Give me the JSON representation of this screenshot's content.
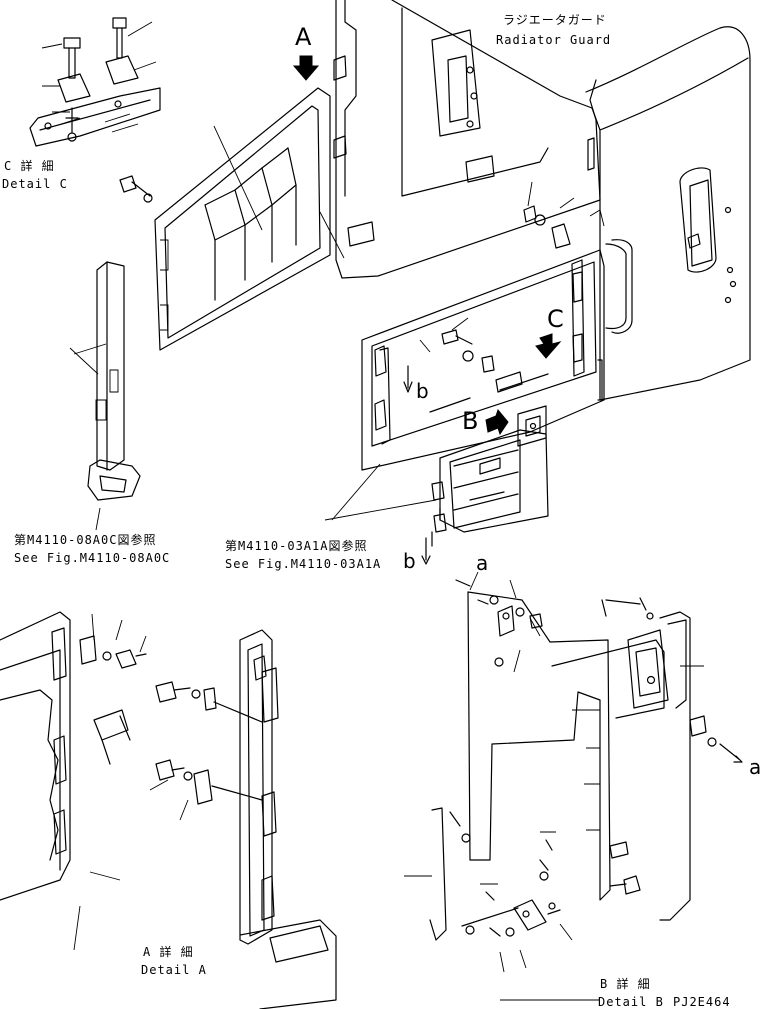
{
  "labels": {
    "radiator_guard_jp": "ラジエータガード",
    "radiator_guard_en": "Radiator Guard",
    "detail_c_jp": "C 詳 細",
    "detail_c_en": "Detail C",
    "detail_a_jp": "A 詳 細",
    "detail_a_en": "Detail A",
    "detail_b_jp": "B 詳 細",
    "detail_b_en": "Detail B",
    "part_code": "PJ2E464",
    "ref_08a0c_jp": "第M4110-08A0C図参照",
    "ref_08a0c_en": "See Fig.M4110-08A0C",
    "ref_03a1a_jp": "第M4110-03A1A図参照",
    "ref_03a1a_en": "See Fig.M4110-03A1A",
    "view_a": "A",
    "view_b": "B",
    "view_c": "C",
    "letter_a_top": "a",
    "letter_a_right": "a",
    "letter_b_panel": "b",
    "letter_b_left": "b"
  },
  "colors": {
    "ink": "#000000",
    "paper": "#ffffff"
  }
}
